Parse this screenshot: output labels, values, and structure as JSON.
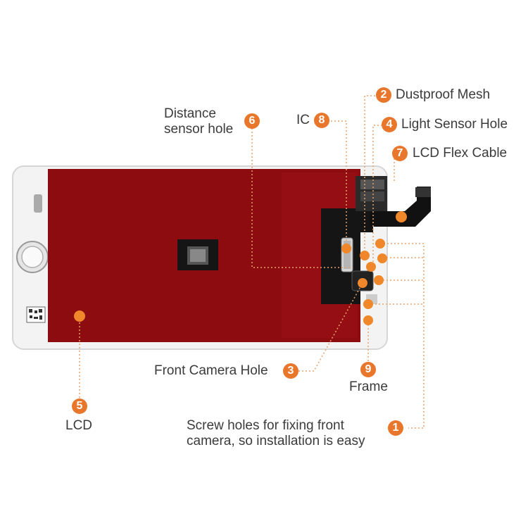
{
  "callouts": [
    {
      "number": "1",
      "label": "Screw holes for fixing front camera, so installation is easy"
    },
    {
      "number": "2",
      "label": "Dustproof Mesh"
    },
    {
      "number": "3",
      "label": "Front Camera Hole"
    },
    {
      "number": "4",
      "label": "Light Sensor Hole"
    },
    {
      "number": "5",
      "label": "LCD"
    },
    {
      "number": "6",
      "label": "Distance sensor hole"
    },
    {
      "number": "7",
      "label": "LCD Flex Cable"
    },
    {
      "number": "8",
      "label": "IC"
    },
    {
      "number": "9",
      "label": "Frame"
    }
  ],
  "colors": {
    "accent": "#e8772b",
    "panel_red": "#8c0c10",
    "frame": "#f2f2f2"
  },
  "icons": [
    "qr-code-icon",
    "home-button-icon"
  ]
}
